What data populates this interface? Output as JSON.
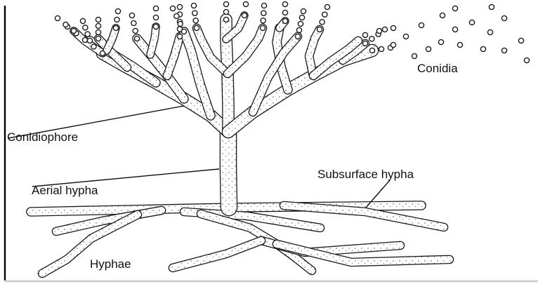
{
  "diagram": {
    "labels": {
      "conidia": "Conidia",
      "conidiophore": "Conidiophore",
      "aerial_hypha": "Aerial hypha",
      "subsurface_hypha": "Subsurface hypha",
      "hyphae": "Hyphae"
    },
    "colors": {
      "outline": "#1a1a1a",
      "fill": "#ffffff",
      "speckle": "#555555"
    }
  }
}
